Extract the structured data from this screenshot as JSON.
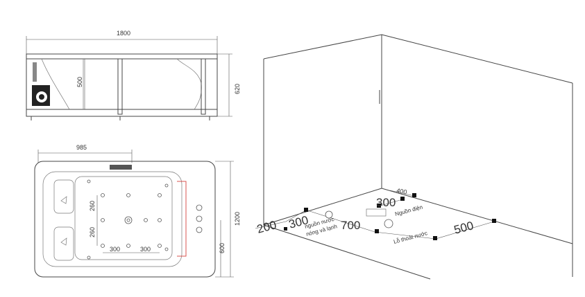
{
  "side_view": {
    "width_label": "1800",
    "inner_height_label": "500",
    "total_height_label": "620"
  },
  "top_view": {
    "depth_label": "985",
    "width_label": "1200",
    "right_offset_label": "600",
    "vertical_spacing_label_1": "260",
    "vertical_spacing_label_2": "260",
    "horizontal_spacing_label_1": "300",
    "horizontal_spacing_label_2": "300"
  },
  "room_layout": {
    "label_200": "200",
    "label_300_left": "300",
    "label_700": "700",
    "label_300_top": "300",
    "label_400": "400",
    "label_500": "500",
    "water_source_label_line1": "nguồn nước",
    "water_source_label_line2": "nóng và lạnh",
    "power_source_label": "Nguồn điện",
    "drain_label": "Lỗ thoát nước"
  },
  "colors": {
    "line": "#444444",
    "accent": "#d9534f"
  }
}
